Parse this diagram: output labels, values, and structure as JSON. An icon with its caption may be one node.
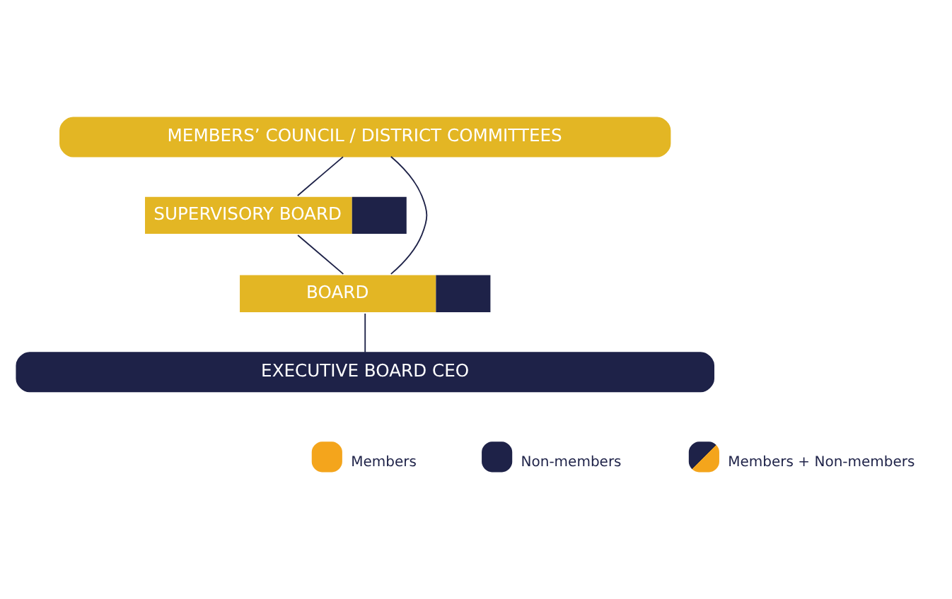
{
  "diagram": {
    "nodes": [
      {
        "text": [
          "MEMBERS’ COUNCIL / DISTRICT COMMITTEES"
        ]
      },
      {
        "text": [
          "SUPERVISORY BOARD"
        ]
      },
      {
        "text": [
          "BOARD"
        ]
      },
      {
        "text": [
          "EXECUTIVE BOARD CEO"
        ]
      }
    ],
    "edges": [
      {
        "from": 0,
        "to": 1,
        "arrow": "none"
      },
      {
        "from": 0,
        "to": 2,
        "arrow": "none"
      },
      {
        "from": 1,
        "to": 2,
        "arrow": "none"
      },
      {
        "from": 2,
        "to": 3,
        "arrow": "none"
      }
    ],
    "legend": [
      {
        "text": "Members",
        "color": "#f4a51c"
      },
      {
        "text": "Non-members",
        "color": "#1e2248"
      },
      {
        "text": "Members + Non-members"
      }
    ]
  }
}
